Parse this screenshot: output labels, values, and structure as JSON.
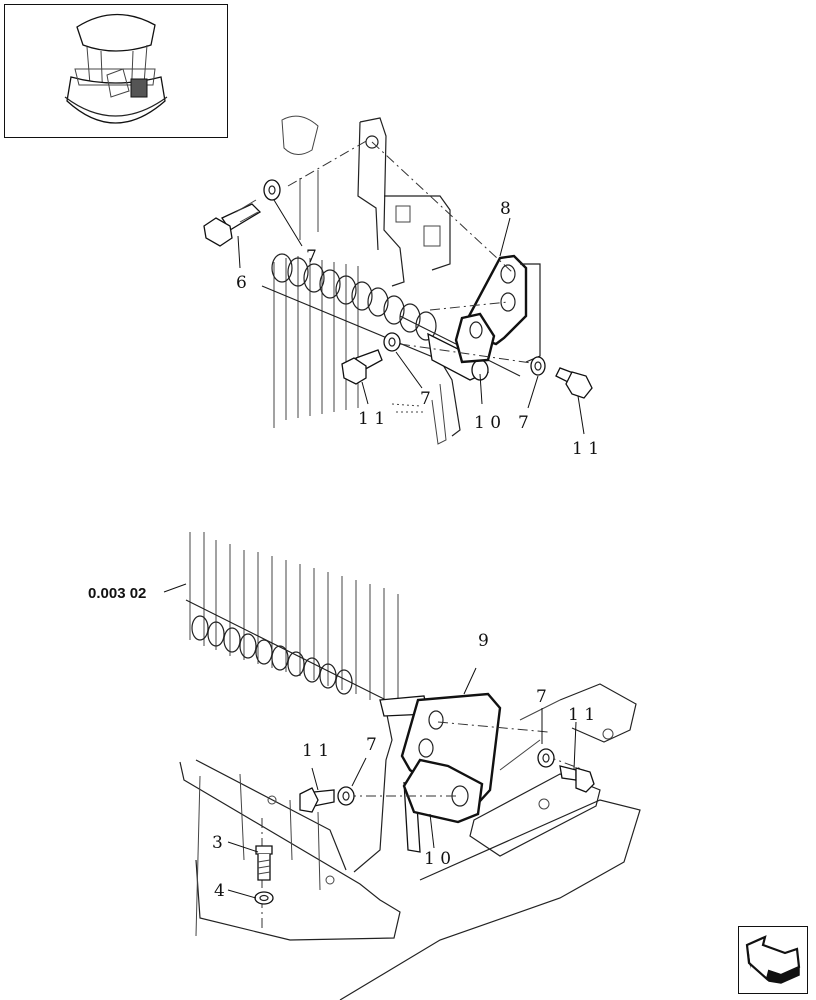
{
  "callouts_top": [
    "6",
    "7",
    "8",
    "7",
    "1 1",
    "1 0",
    "7",
    "1 1"
  ],
  "callouts_bottom": [
    "9",
    "7",
    "1 1",
    "1 1",
    "7",
    "1 0",
    "3",
    "4"
  ],
  "reference": "0.003 02",
  "icons": {
    "thumbnail": "machine-location-thumbnail",
    "nav": "return-arrow-icon"
  }
}
